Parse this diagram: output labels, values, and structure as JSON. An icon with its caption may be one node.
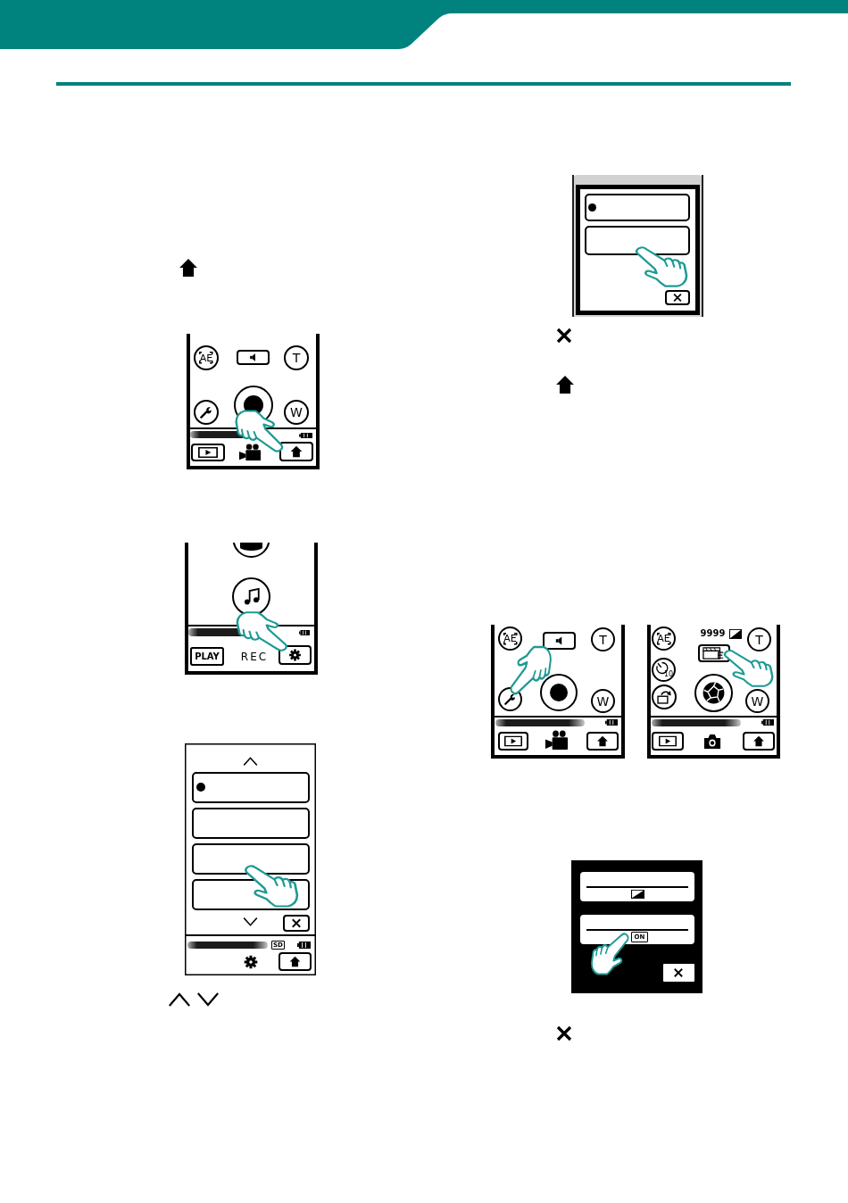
{
  "diagram": {
    "nodes": [
      {
        "text": [
          "AE"
        ]
      },
      {
        "text": [
          "T"
        ]
      },
      {
        "text": [
          "W"
        ]
      },
      {
        "text": [
          "PLAY"
        ]
      },
      {
        "text": [
          "SD"
        ]
      },
      {
        "text": [
          "AE"
        ]
      },
      {
        "text": [
          "T"
        ]
      },
      {
        "text": [
          "W"
        ]
      },
      {
        "text": [
          "AE"
        ]
      },
      {
        "text": [
          "T"
        ]
      },
      {
        "text": [
          "10"
        ]
      },
      {
        "text": [
          "W"
        ]
      },
      {
        "text": [
          "ON"
        ]
      }
    ],
    "labels": [
      "REC",
      "9999"
    ]
  }
}
